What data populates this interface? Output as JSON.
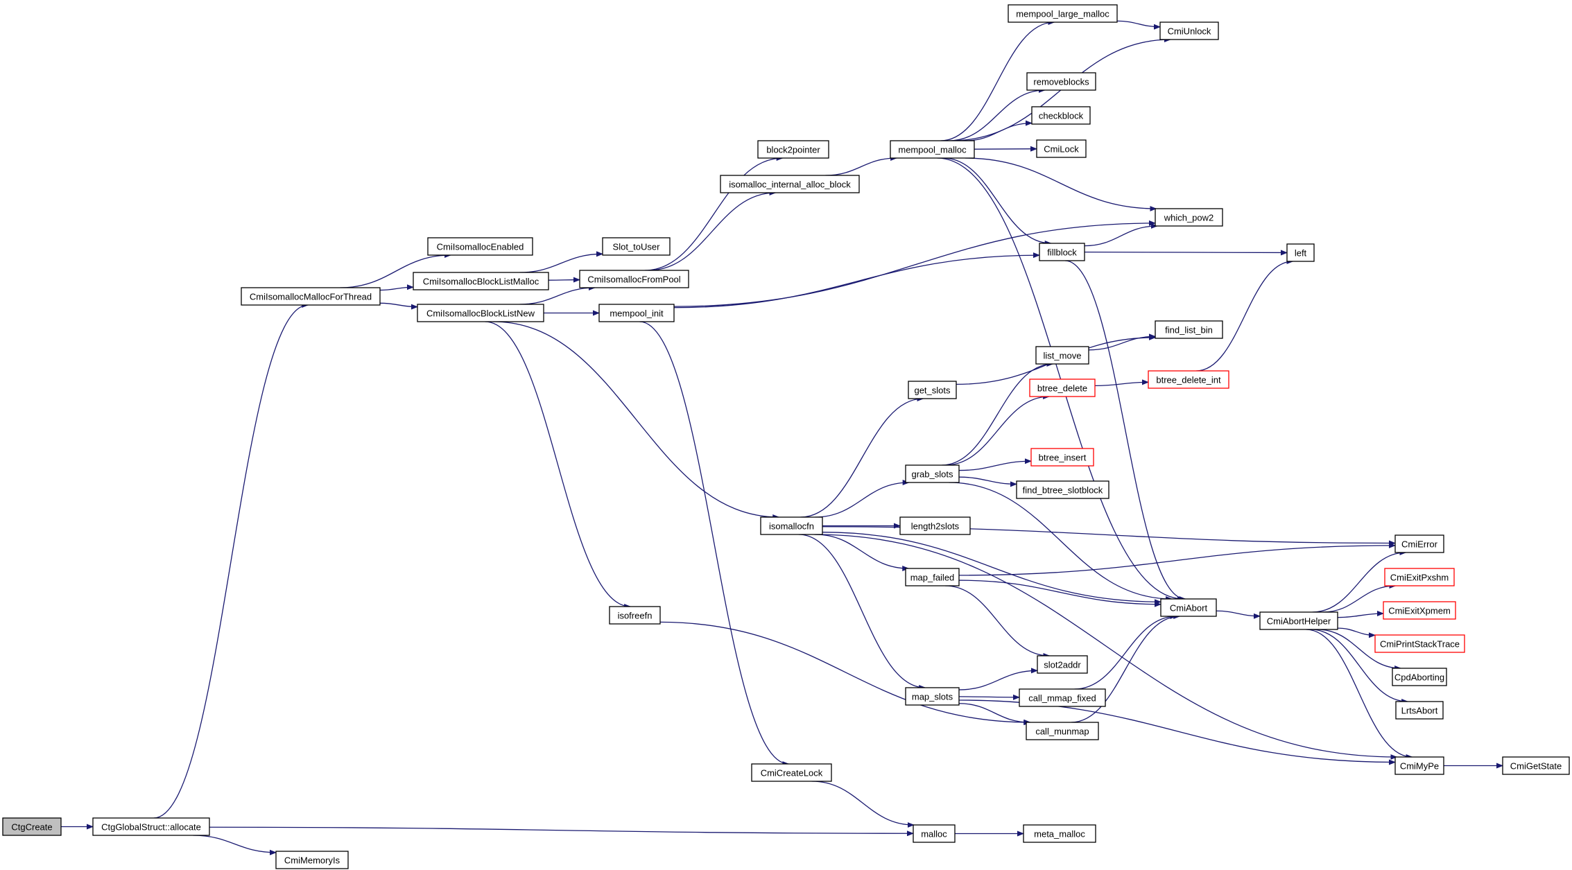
{
  "colors": {
    "edge": "#191970",
    "node_border": "#000000",
    "truncated_border": "#ff0000",
    "root_fill": "#bfbfbf"
  },
  "nodes": [
    {
      "id": "CtgCreate",
      "label": "CtgCreate",
      "style": "gray"
    },
    {
      "id": "allocate",
      "label": "CtgGlobalStruct::allocate",
      "style": "normal"
    },
    {
      "id": "CmiMemoryIs",
      "label": "CmiMemoryIs",
      "style": "normal"
    },
    {
      "id": "MallocForThread",
      "label": "CmiIsomallocMallocForThread",
      "style": "normal"
    },
    {
      "id": "IsomallocEnabled",
      "label": "CmiIsomallocEnabled",
      "style": "normal"
    },
    {
      "id": "BlockListMalloc",
      "label": "CmiIsomallocBlockListMalloc",
      "style": "normal"
    },
    {
      "id": "BlockListNew",
      "label": "CmiIsomallocBlockListNew",
      "style": "normal"
    },
    {
      "id": "Slot_toUser",
      "label": "Slot_toUser",
      "style": "normal"
    },
    {
      "id": "FromPool",
      "label": "CmiIsomallocFromPool",
      "style": "normal"
    },
    {
      "id": "mempool_init",
      "label": "mempool_init",
      "style": "normal"
    },
    {
      "id": "isofreefn",
      "label": "isofreefn",
      "style": "normal"
    },
    {
      "id": "block2pointer",
      "label": "block2pointer",
      "style": "normal"
    },
    {
      "id": "internal_alloc_block",
      "label": "isomalloc_internal_alloc_block",
      "style": "normal"
    },
    {
      "id": "mempool_malloc",
      "label": "mempool_malloc",
      "style": "normal"
    },
    {
      "id": "mempool_large_malloc",
      "label": "mempool_large_malloc",
      "style": "normal"
    },
    {
      "id": "CmiUnlock",
      "label": "CmiUnlock",
      "style": "normal"
    },
    {
      "id": "removeblocks",
      "label": "removeblocks",
      "style": "normal"
    },
    {
      "id": "checkblock",
      "label": "checkblock",
      "style": "normal"
    },
    {
      "id": "CmiLock",
      "label": "CmiLock",
      "style": "normal"
    },
    {
      "id": "which_pow2",
      "label": "which_pow2",
      "style": "normal"
    },
    {
      "id": "fillblock",
      "label": "fillblock",
      "style": "normal"
    },
    {
      "id": "left",
      "label": "left",
      "style": "normal"
    },
    {
      "id": "find_list_bin",
      "label": "find_list_bin",
      "style": "normal"
    },
    {
      "id": "list_move",
      "label": "list_move",
      "style": "normal"
    },
    {
      "id": "get_slots",
      "label": "get_slots",
      "style": "normal"
    },
    {
      "id": "btree_delete",
      "label": "btree_delete",
      "style": "red"
    },
    {
      "id": "btree_delete_int",
      "label": "btree_delete_int",
      "style": "red"
    },
    {
      "id": "grab_slots",
      "label": "grab_slots",
      "style": "normal"
    },
    {
      "id": "btree_insert",
      "label": "btree_insert",
      "style": "red"
    },
    {
      "id": "find_btree_slotblock",
      "label": "find_btree_slotblock",
      "style": "normal"
    },
    {
      "id": "isomallocfn",
      "label": "isomallocfn",
      "style": "normal"
    },
    {
      "id": "length2slots",
      "label": "length2slots",
      "style": "normal"
    },
    {
      "id": "map_failed",
      "label": "map_failed",
      "style": "normal"
    },
    {
      "id": "CmiError",
      "label": "CmiError",
      "style": "normal"
    },
    {
      "id": "CmiExitPxshm",
      "label": "CmiExitPxshm",
      "style": "red"
    },
    {
      "id": "CmiExitXpmem",
      "label": "CmiExitXpmem",
      "style": "red"
    },
    {
      "id": "CmiAbort",
      "label": "CmiAbort",
      "style": "normal"
    },
    {
      "id": "CmiAbortHelper",
      "label": "CmiAbortHelper",
      "style": "normal"
    },
    {
      "id": "CmiPrintStackTrace",
      "label": "CmiPrintStackTrace",
      "style": "red"
    },
    {
      "id": "CpdAborting",
      "label": "CpdAborting",
      "style": "normal"
    },
    {
      "id": "LrtsAbort",
      "label": "LrtsAbort",
      "style": "normal"
    },
    {
      "id": "slot2addr",
      "label": "slot2addr",
      "style": "normal"
    },
    {
      "id": "map_slots",
      "label": "map_slots",
      "style": "normal"
    },
    {
      "id": "call_mmap_fixed",
      "label": "call_mmap_fixed",
      "style": "normal"
    },
    {
      "id": "call_munmap",
      "label": "call_munmap",
      "style": "normal"
    },
    {
      "id": "CmiMyPe",
      "label": "CmiMyPe",
      "style": "normal"
    },
    {
      "id": "CmiGetState",
      "label": "CmiGetState",
      "style": "normal"
    },
    {
      "id": "CmiCreateLock",
      "label": "CmiCreateLock",
      "style": "normal"
    },
    {
      "id": "malloc",
      "label": "malloc",
      "style": "normal"
    },
    {
      "id": "meta_malloc",
      "label": "meta_malloc",
      "style": "normal"
    }
  ],
  "edges": [
    [
      "CtgCreate",
      "allocate"
    ],
    [
      "allocate",
      "MallocForThread"
    ],
    [
      "allocate",
      "malloc"
    ],
    [
      "allocate",
      "CmiMemoryIs"
    ],
    [
      "MallocForThread",
      "IsomallocEnabled"
    ],
    [
      "MallocForThread",
      "BlockListMalloc"
    ],
    [
      "MallocForThread",
      "BlockListNew"
    ],
    [
      "BlockListMalloc",
      "Slot_toUser"
    ],
    [
      "BlockListMalloc",
      "FromPool"
    ],
    [
      "BlockListNew",
      "FromPool"
    ],
    [
      "BlockListNew",
      "mempool_init"
    ],
    [
      "BlockListNew",
      "isomallocfn"
    ],
    [
      "BlockListNew",
      "isofreefn"
    ],
    [
      "FromPool",
      "block2pointer"
    ],
    [
      "FromPool",
      "internal_alloc_block"
    ],
    [
      "internal_alloc_block",
      "mempool_malloc"
    ],
    [
      "mempool_init",
      "which_pow2"
    ],
    [
      "mempool_init",
      "fillblock"
    ],
    [
      "mempool_init",
      "CmiCreateLock"
    ],
    [
      "mempool_malloc",
      "mempool_large_malloc"
    ],
    [
      "mempool_malloc",
      "CmiUnlock"
    ],
    [
      "mempool_malloc",
      "removeblocks"
    ],
    [
      "mempool_malloc",
      "checkblock"
    ],
    [
      "mempool_malloc",
      "CmiLock"
    ],
    [
      "mempool_malloc",
      "which_pow2"
    ],
    [
      "mempool_malloc",
      "fillblock"
    ],
    [
      "mempool_malloc",
      "CmiAbort"
    ],
    [
      "mempool_large_malloc",
      "CmiUnlock"
    ],
    [
      "fillblock",
      "which_pow2"
    ],
    [
      "fillblock",
      "left"
    ],
    [
      "fillblock",
      "CmiAbort"
    ],
    [
      "isomallocfn",
      "CmiError"
    ],
    [
      "isomallocfn",
      "get_slots"
    ],
    [
      "isomallocfn",
      "grab_slots"
    ],
    [
      "isomallocfn",
      "length2slots"
    ],
    [
      "isomallocfn",
      "map_failed"
    ],
    [
      "isomallocfn",
      "CmiAbort"
    ],
    [
      "isomallocfn",
      "map_slots"
    ],
    [
      "isomallocfn",
      "CmiMyPe"
    ],
    [
      "get_slots",
      "find_list_bin"
    ],
    [
      "grab_slots",
      "list_move"
    ],
    [
      "grab_slots",
      "btree_delete"
    ],
    [
      "grab_slots",
      "btree_insert"
    ],
    [
      "grab_slots",
      "find_btree_slotblock"
    ],
    [
      "grab_slots",
      "CmiAbort"
    ],
    [
      "list_move",
      "find_list_bin"
    ],
    [
      "btree_delete",
      "btree_delete_int"
    ],
    [
      "btree_delete_int",
      "left"
    ],
    [
      "map_failed",
      "CmiError"
    ],
    [
      "map_failed",
      "CmiAbort"
    ],
    [
      "map_failed",
      "slot2addr"
    ],
    [
      "map_slots",
      "slot2addr"
    ],
    [
      "map_slots",
      "call_mmap_fixed"
    ],
    [
      "map_slots",
      "call_munmap"
    ],
    [
      "map_slots",
      "CmiMyPe"
    ],
    [
      "call_mmap_fixed",
      "CmiAbort"
    ],
    [
      "call_munmap",
      "CmiAbort"
    ],
    [
      "isofreefn",
      "call_munmap"
    ],
    [
      "CmiAbort",
      "CmiAbortHelper"
    ],
    [
      "CmiAbortHelper",
      "CmiError"
    ],
    [
      "CmiAbortHelper",
      "CmiExitPxshm"
    ],
    [
      "CmiAbortHelper",
      "CmiExitXpmem"
    ],
    [
      "CmiAbortHelper",
      "CmiPrintStackTrace"
    ],
    [
      "CmiAbortHelper",
      "CpdAborting"
    ],
    [
      "CmiAbortHelper",
      "LrtsAbort"
    ],
    [
      "CmiAbortHelper",
      "CmiMyPe"
    ],
    [
      "CmiMyPe",
      "CmiGetState"
    ],
    [
      "CmiCreateLock",
      "malloc"
    ],
    [
      "malloc",
      "meta_malloc"
    ]
  ]
}
